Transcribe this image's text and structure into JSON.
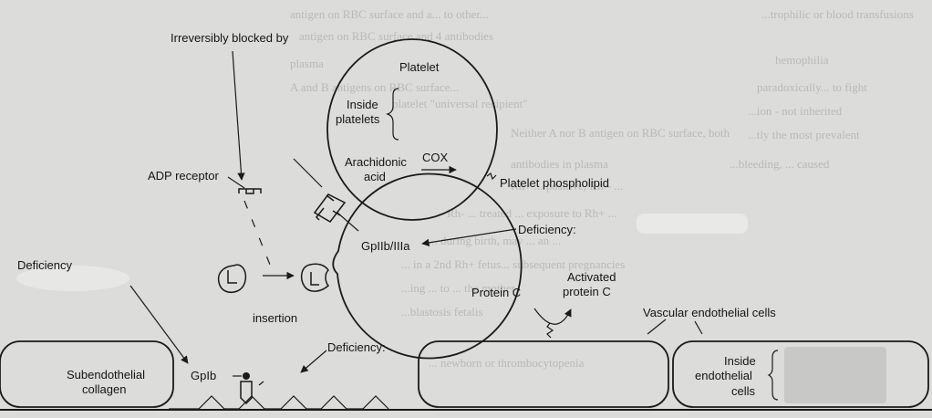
{
  "labels": {
    "irreversibly_blocked": "Irreversibly blocked by",
    "platelet": "Platelet",
    "inside_platelets_1": "Inside",
    "inside_platelets_2": "platelets",
    "arachidonic_1": "Arachidonic",
    "arachidonic_2": "acid",
    "cox": "COX",
    "platelet_phospholipid": "Platelet phospholipid",
    "adp_receptor": "ADP receptor",
    "deficiency_right": "Deficiency:",
    "gp2b3a": "GpIIb/IIIa",
    "deficiency_left": "Deficiency",
    "activated_1": "Activated",
    "activated_2": "protein C",
    "protein_c": "Protein C",
    "vascular_endothelial": "Vascular endothelial cells",
    "insertion": "insertion",
    "deficiency_bottom": "Deficiency:",
    "subendothelial_1": "Subendothelial",
    "subendothelial_2": "collagen",
    "gp1b": "GpIb",
    "inside_endo_1": "Inside",
    "inside_endo_2": "endothelial",
    "inside_endo_3": "cells"
  },
  "background_text": [
    "antigen on RBC surface and a... to other...",
    "antigen on RBC surface and 4 antibodies",
    "plasma",
    "A and B antigens on RBC surface...",
    "platelet \"universal recipient\"",
    "Neither A nor B antigen on RBC surface, both",
    "antibodies in plasma",
    "Rh+ ... positive, Rh-- ...",
    "Rh- ... treated ... exposure to Rh+ ...",
    "... during birth, may ... an ...",
    "... in a 2nd Rh+ fetus... subsequent pregnancies",
    "...ing ... to ... the mother",
    "...blastosis fetalis",
    "... newborn or thrombocytopenia",
    "...trophilic or blood transfusions",
    "hemophilia",
    "paradoxically... to fight",
    "...ion - not inherited",
    "...tly the most prevalent",
    "...bleeding, ... caused"
  ]
}
